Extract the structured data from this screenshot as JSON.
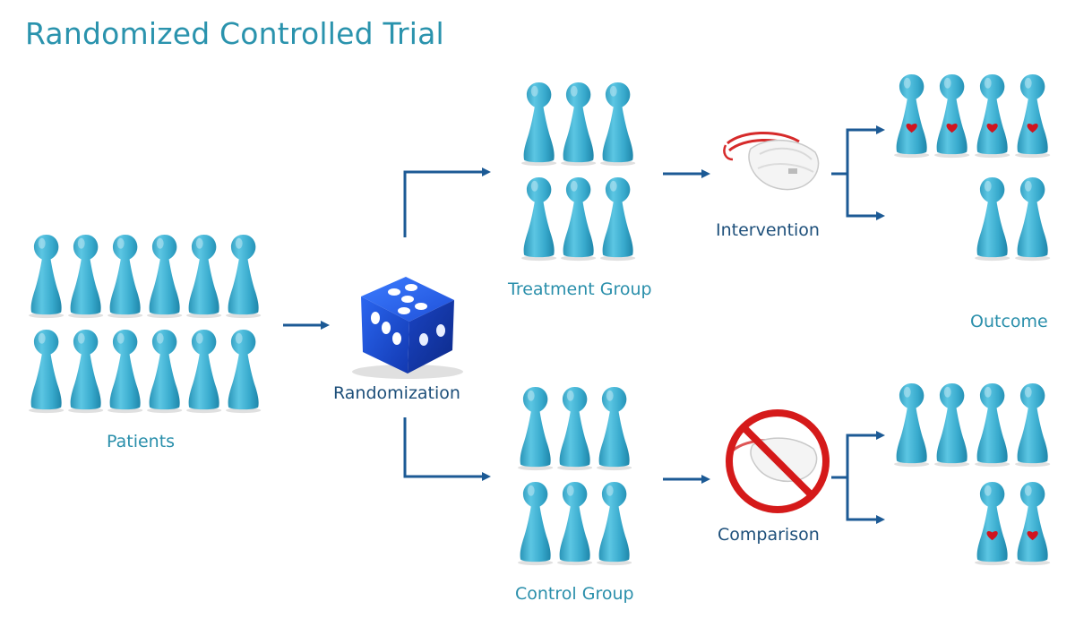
{
  "title": "Randomized Controlled Trial",
  "labels": {
    "patients": "Patients",
    "randomization": "Randomization",
    "treatment_group": "Treatment Group",
    "control_group": "Control Group",
    "intervention": "Intervention",
    "comparison": "Comparison",
    "outcome": "Outcome"
  },
  "colors": {
    "title": "#2a93ad",
    "label": "#2a8fab",
    "label_dark": "#1d4f7a",
    "pawn": "#3aaed0",
    "arrow": "#1c5a95",
    "dice": "#1e4fd8",
    "heart": "#d0151f",
    "no_sign": "#d51a1a"
  },
  "groups": {
    "patients": {
      "count": 12,
      "hearts": 0
    },
    "treatment_group": {
      "count": 6,
      "hearts": 0
    },
    "control_group": {
      "count": 6,
      "hearts": 0
    },
    "treatment_outcome_top": {
      "count": 4,
      "hearts": 4
    },
    "treatment_outcome_bottom": {
      "count": 2,
      "hearts": 0
    },
    "control_outcome_top": {
      "count": 4,
      "hearts": 0
    },
    "control_outcome_bottom": {
      "count": 2,
      "hearts": 2
    }
  },
  "icons": {
    "dice": "dice-icon",
    "mask": "face-mask-icon",
    "no_mask": "no-mask-icon"
  }
}
